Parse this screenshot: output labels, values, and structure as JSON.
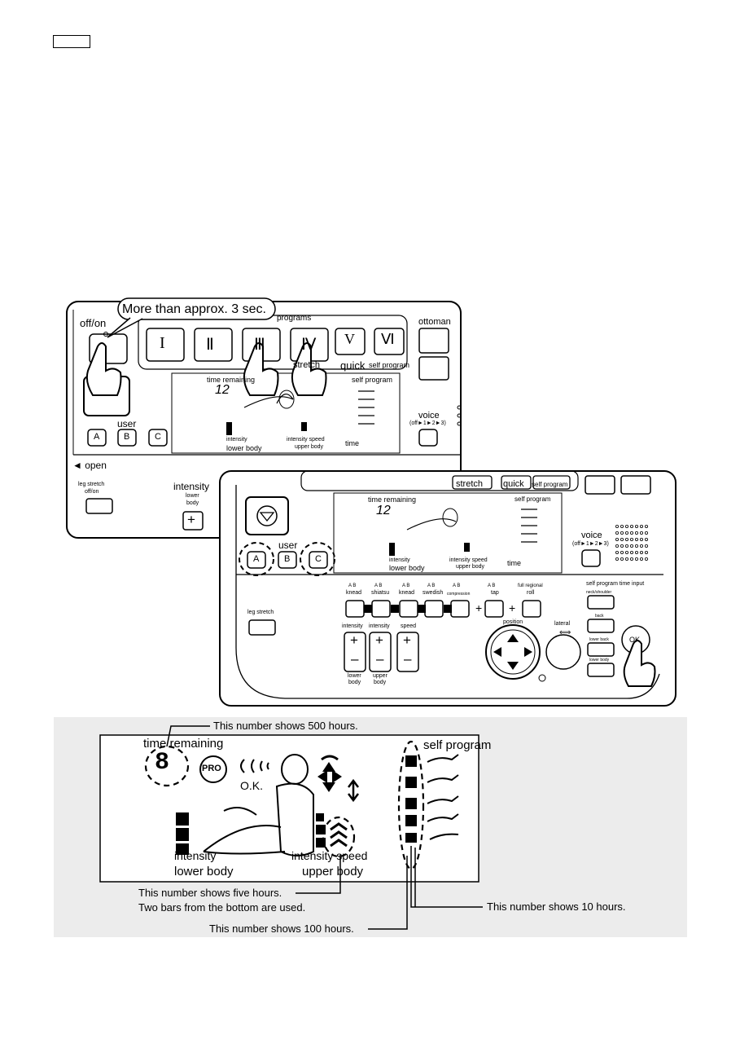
{
  "callout": "More than approx. 3 sec.",
  "panel1": {
    "off_on": "off/on",
    "programs_label": "programs",
    "programs": [
      "I",
      "Ⅱ",
      "Ⅲ",
      "Ⅳ",
      "V",
      "Ⅵ"
    ],
    "stretch": "stretch",
    "quick": "quick",
    "self_program": "self program",
    "ottoman": "ottoman",
    "time_remaining": "time remaining",
    "time_value": "12",
    "self_program_small": "self program",
    "user": "user",
    "users": [
      "A",
      "B",
      "C"
    ],
    "intensity": "intensity",
    "lower_body": "lower body",
    "intensity_speed": "intensity speed",
    "upper_body": "upper body",
    "time": "time",
    "voice": "voice",
    "voice_sub": "(off►1►2►3)",
    "open": "◄ open",
    "leg_stretch": "leg stretch",
    "leg_stretch_sub": "off/on",
    "intensity2": "intensity",
    "lower2": "lower",
    "body2": "body",
    "plus": "+"
  },
  "panel2": {
    "stretch": "stretch",
    "quick": "quick",
    "self_program": "self program",
    "time_remaining": "time remaining",
    "time_value": "12",
    "self_program_small": "self program",
    "user": "user",
    "users": [
      "A",
      "B",
      "C"
    ],
    "intensity": "intensity",
    "lower_body": "lower body",
    "intensity_speed": "intensity speed",
    "upper_body": "upper body",
    "time": "time",
    "voice": "voice",
    "voice_sub": "(off►1►2►3)",
    "ab": "A   B",
    "knead": "knead",
    "shiatsu": "shiatsu",
    "swedish": "swedish",
    "compression": "compression",
    "tap": "tap",
    "full_regional": "full regional",
    "roll": "roll",
    "self_program_time_input": "self program time input",
    "neck_shoulder": "neck/shoulder",
    "back": "back",
    "lower_back": "lower back",
    "lower_body_s": "lower body",
    "ok": "OK",
    "leg_stretch": "leg stretch",
    "position": "position",
    "lateral": "lateral",
    "intensity_a": "intensity",
    "intensity_b": "intensity",
    "speed": "speed",
    "lower": "lower",
    "body": "body",
    "upper": "upper",
    "body_u": "body"
  },
  "display": {
    "time_remaining": "time remaining",
    "digit": "8",
    "pro": "PRO",
    "ok": "O.K.",
    "self_program": "self program",
    "intensity": "intensity",
    "lower_body": "lower body",
    "intensity_speed": "intensity speed",
    "upper_body": "upper body"
  },
  "annotations": {
    "a500": "This number shows 500 hours.",
    "a5": "This number shows five hours.",
    "a5b": "Two bars from the bottom are used.",
    "a10": "This number shows 10 hours.",
    "a100": "This number shows 100 hours."
  }
}
